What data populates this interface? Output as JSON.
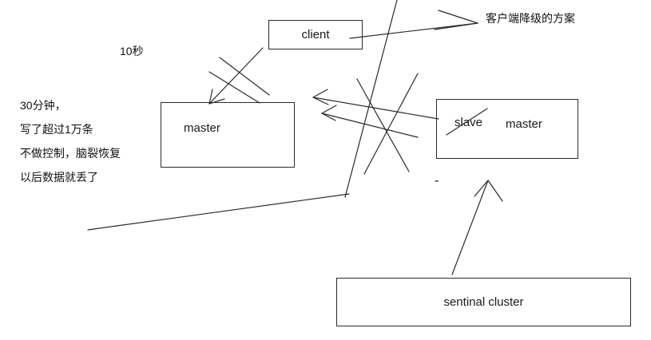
{
  "canvas": {
    "background": "#ffffff",
    "stroke_color": "#2a2a2a"
  },
  "nodes": {
    "client": {
      "label": "client"
    },
    "master_left": {
      "label": "master"
    },
    "slave": {
      "label": "slave"
    },
    "master_right": {
      "label": "master"
    },
    "sentinal_cluster": {
      "label": "sentinal cluster"
    }
  },
  "annotations": {
    "downgrade_plan": "客户端降级的方案",
    "ten_seconds": "10秒",
    "note_line1": "30分钟，",
    "note_line2": "写了超过1万条",
    "note_line3": "不做控制，脑裂恢复",
    "note_line4": "以后数据就丢了",
    "dash_mark": "-"
  }
}
